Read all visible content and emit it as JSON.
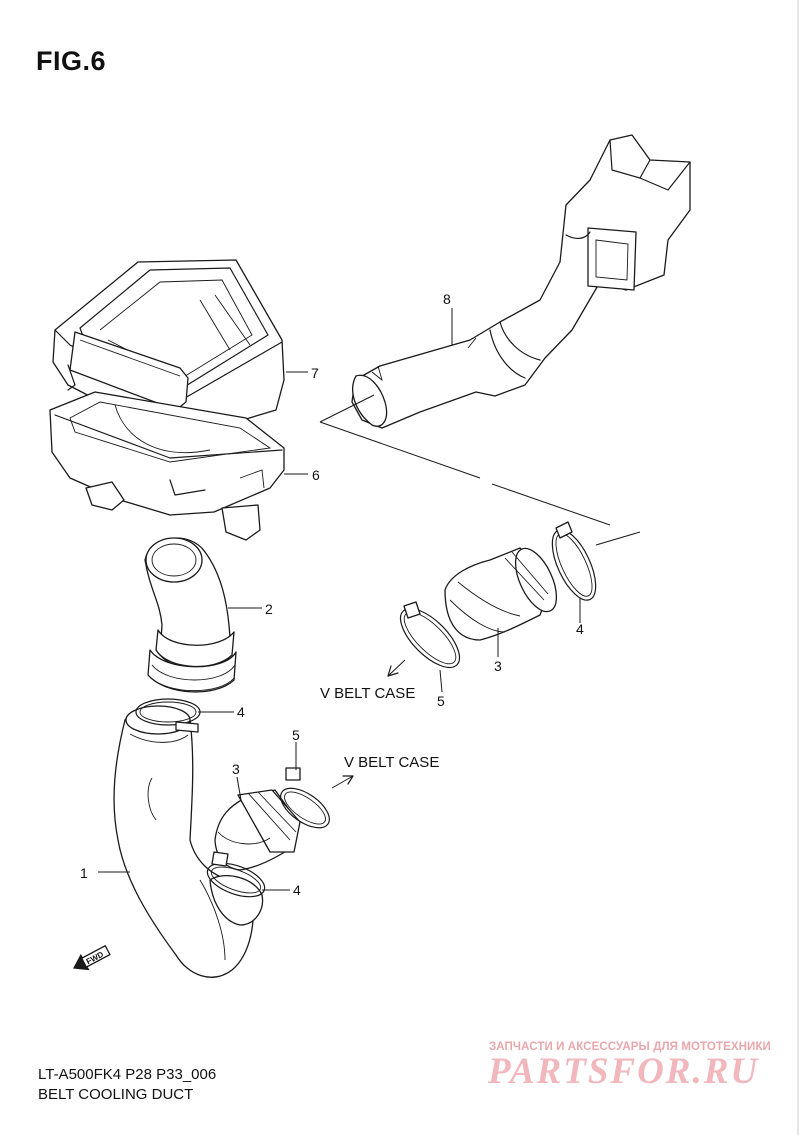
{
  "figure": {
    "title": "FIG.6",
    "code": "LT-A500FK4 P28 P33_006",
    "name": "BELT COOLING DUCT"
  },
  "callouts": {
    "c1": "1",
    "c2": "2",
    "c3a": "3",
    "c3b": "3",
    "c4a": "4",
    "c4b": "4",
    "c4c": "4",
    "c5a": "5",
    "c5b": "5",
    "c6": "6",
    "c7": "7",
    "c8": "8"
  },
  "destinations": {
    "upper": "V BELT CASE",
    "lower": "V BELT CASE"
  },
  "badge": {
    "fwd": "FWD"
  },
  "watermark": {
    "subtitle": "ЗАПЧАСТИ И АКСЕССУАРЫ ДЛЯ МОТОТЕХНИКИ",
    "logo": "PARTSFOR.RU"
  }
}
